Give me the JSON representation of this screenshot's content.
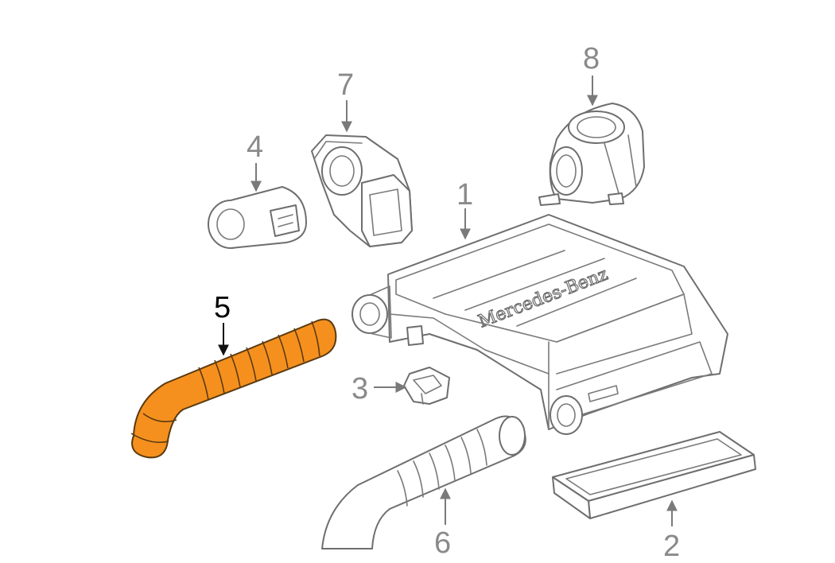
{
  "brand_text": "Mercedes-Benz",
  "colors": {
    "highlight": "#F5901E",
    "line": "#6e6e6e",
    "label": "#8a8a8a",
    "label_highlight": "#000000"
  },
  "callouts": [
    "1",
    "2",
    "3",
    "4",
    "5",
    "6",
    "7",
    "8"
  ],
  "highlighted_part": "5"
}
